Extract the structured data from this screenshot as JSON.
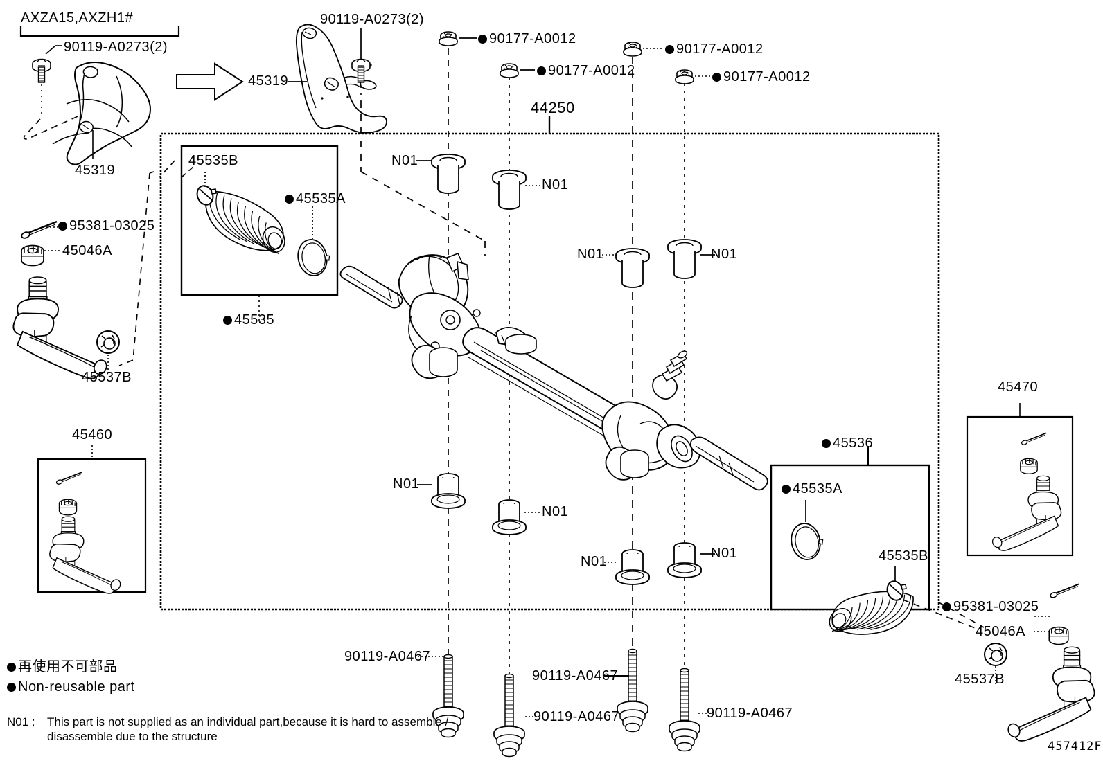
{
  "diagram": {
    "title_code": "457412F",
    "model_group": "AXZA15,AXZH1#",
    "main_assembly_label": "44250"
  },
  "labels": {
    "bracket_bolt_left": "90119-A0273(2)",
    "bracket_left": "45319",
    "bracket_bolt_right": "90119-A0273(2)",
    "bracket_right": "45319",
    "nut_1": "90177-A0012",
    "nut_2": "90177-A0012",
    "nut_3": "90177-A0012",
    "nut_4": "90177-A0012",
    "rack_assembly": "44250",
    "n01": "N01",
    "boot_clamp_small_left": "45535B",
    "boot_clamp_large_left": "45535A",
    "boot_left": "45535",
    "boot_right": "45536",
    "boot_clamp_large_right": "45535A",
    "boot_clamp_small_right": "45535B",
    "cotter_pin_left": "95381-03025",
    "castle_nut_left": "45046A",
    "tie_rod_end_nut_left": "45537B",
    "tie_rod_end_left": "45460",
    "cotter_pin_right": "95381-03025",
    "castle_nut_right": "45046A",
    "tie_rod_end_nut_right": "45537B",
    "tie_rod_end_right": "45470",
    "mount_bolt": "90119-A0467"
  },
  "nuts": [
    {
      "id": "nut-1",
      "label": "90177-A0012"
    },
    {
      "id": "nut-2",
      "label": "90177-A0012"
    },
    {
      "id": "nut-3",
      "label": "90177-A0012"
    },
    {
      "id": "nut-4",
      "label": "90177-A0012"
    }
  ],
  "n01_callouts": [
    {
      "id": "n01-top-1",
      "label": "N01"
    },
    {
      "id": "n01-top-2",
      "label": "N01"
    },
    {
      "id": "n01-top-3",
      "label": "N01"
    },
    {
      "id": "n01-top-4",
      "label": "N01"
    },
    {
      "id": "n01-bottom-1",
      "label": "N01"
    },
    {
      "id": "n01-bottom-2",
      "label": "N01"
    },
    {
      "id": "n01-bottom-3",
      "label": "N01"
    },
    {
      "id": "n01-bottom-4",
      "label": "N01"
    }
  ],
  "mount_bolts": [
    {
      "id": "bolt-1",
      "label": "90119-A0467"
    },
    {
      "id": "bolt-2",
      "label": "90119-A0467"
    },
    {
      "id": "bolt-3",
      "label": "90119-A0467"
    },
    {
      "id": "bolt-4",
      "label": "90119-A0467"
    }
  ],
  "legend": {
    "nonreusable_jp": "再使用不可部品",
    "nonreusable_en": "Non-reusable part",
    "n01_prefix": "N01 :",
    "n01_note_line1": "This part is not supplied as an individual part,because it is hard to assemble /",
    "n01_note_line2": "disassemble due to the structure"
  },
  "colors": {
    "line": "#000000",
    "background": "#ffffff"
  }
}
